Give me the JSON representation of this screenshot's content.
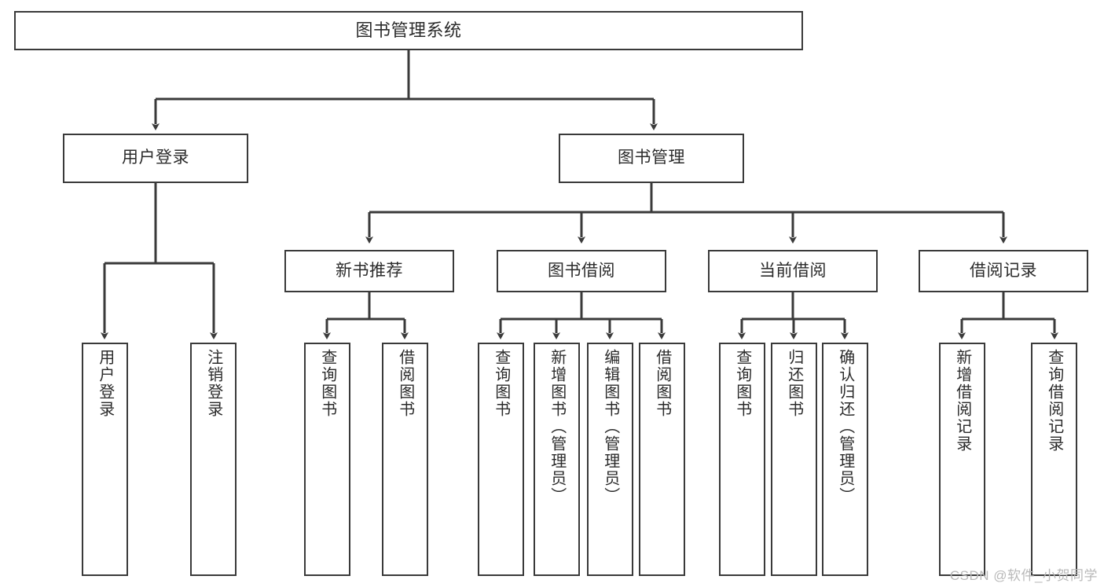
{
  "diagram": {
    "title": "图书管理系统",
    "type": "tree-hierarchy-diagram",
    "colors": {
      "stroke": "#3a3a3a",
      "text": "#2b2b2b",
      "background": "#ffffff",
      "watermark": "#b9b9b9"
    },
    "root": {
      "label": "图书管理系统"
    },
    "level2": [
      {
        "label": "用户登录"
      },
      {
        "label": "图书管理"
      }
    ],
    "level3": [
      {
        "label": "新书推荐"
      },
      {
        "label": "图书借阅"
      },
      {
        "label": "当前借阅"
      },
      {
        "label": "借阅记录"
      }
    ],
    "leaves": {
      "user_login": [
        {
          "label": "用户登录"
        },
        {
          "label": "注销登录"
        }
      ],
      "new_book_recommend": [
        {
          "label": "查询图书"
        },
        {
          "label": "借阅图书"
        }
      ],
      "book_borrow": [
        {
          "label": "查询图书"
        },
        {
          "label": "新增图书（管理员）"
        },
        {
          "label": "编辑图书（管理员）"
        },
        {
          "label": "借阅图书"
        }
      ],
      "current_borrow": [
        {
          "label": "查询图书"
        },
        {
          "label": "归还图书"
        },
        {
          "label": "确认归还（管理员）"
        }
      ],
      "borrow_record": [
        {
          "label": "新增借阅记录"
        },
        {
          "label": "查询借阅记录"
        }
      ]
    },
    "watermark": "CSDN @软件_小贺同学"
  }
}
